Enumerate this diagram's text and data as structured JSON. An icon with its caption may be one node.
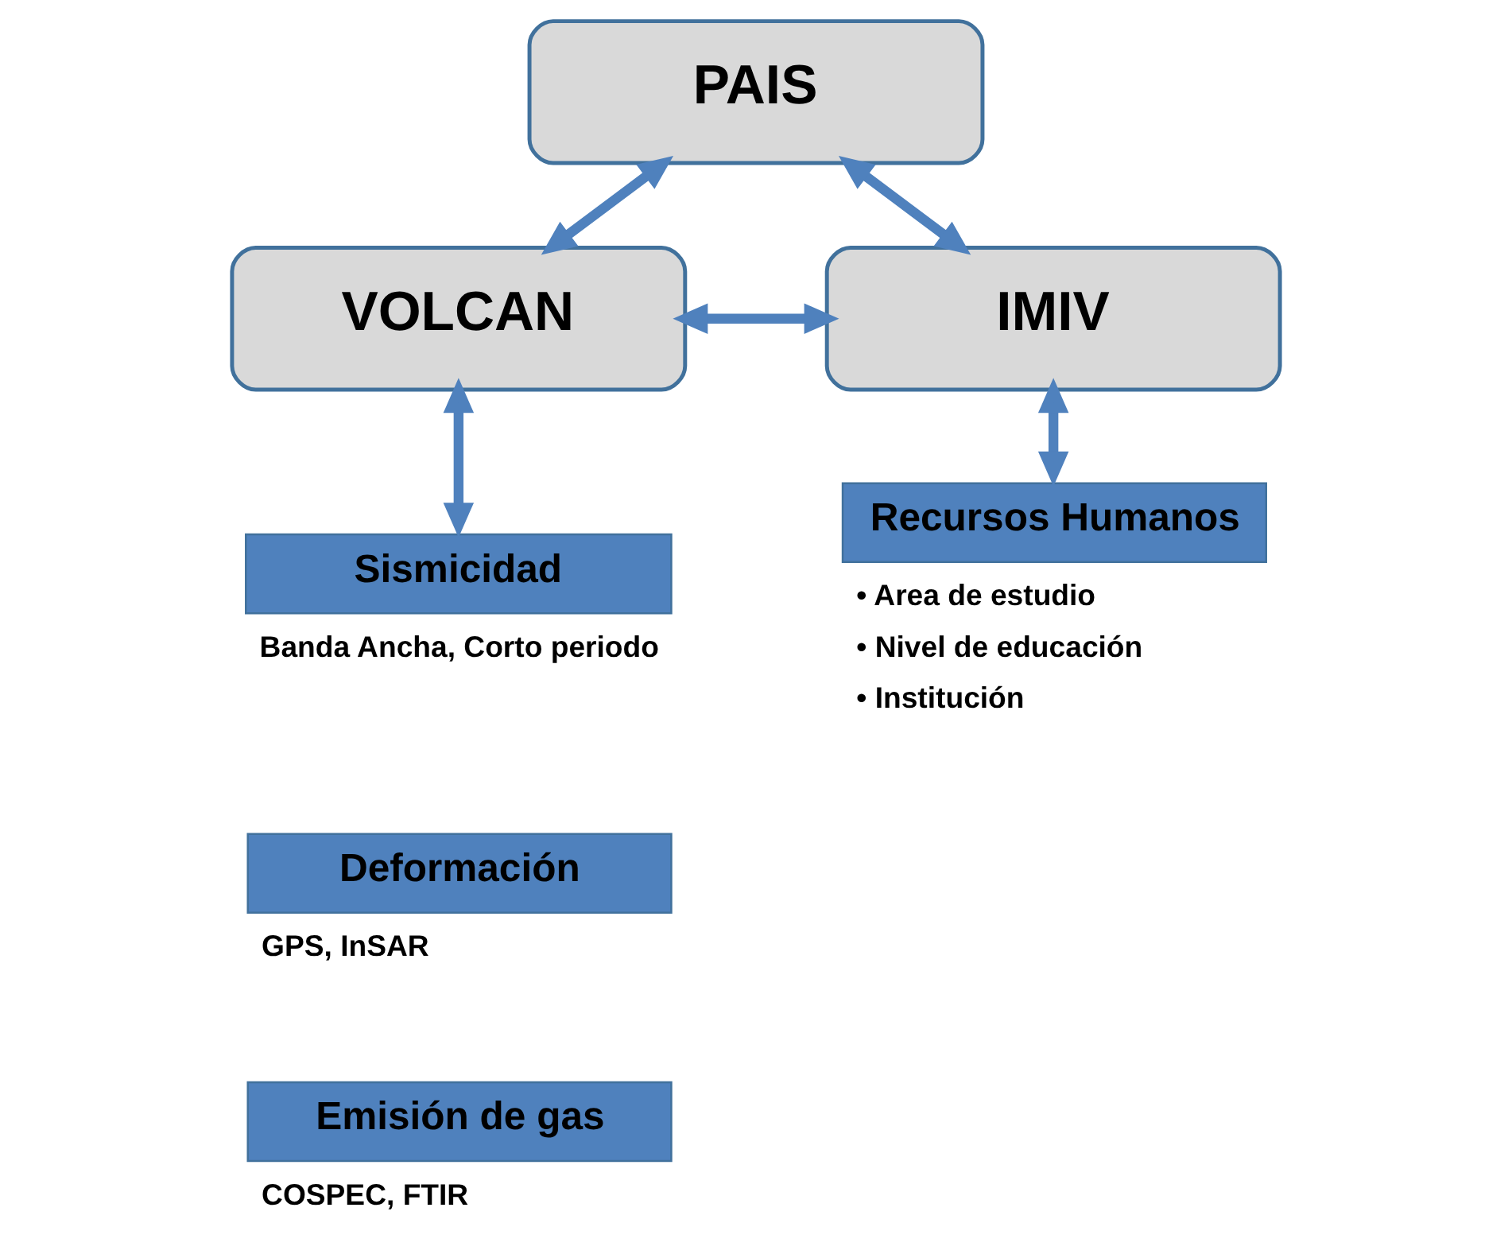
{
  "diagram": {
    "nodes": [
      {
        "text": [
          "PAIS"
        ]
      },
      {
        "text": [
          "VOLCAN"
        ]
      },
      {
        "text": [
          "IMIV"
        ]
      },
      {
        "text": [
          "Sismicidad"
        ],
        "beside": [
          "Banda Ancha, Corto periodo"
        ]
      },
      {
        "text": [
          "Deformación"
        ],
        "beside": [
          "GPS, InSAR"
        ]
      },
      {
        "text": [
          "Emisión de gas"
        ],
        "beside": [
          "COSPEC, FTIR"
        ]
      },
      {
        "text": [
          "Recursos Humanos"
        ],
        "beside": [
          "• Area de estudio",
          "• Nivel de educación",
          "• Institución"
        ]
      }
    ],
    "edges": [
      {
        "from": 0,
        "to": 1,
        "arrow": "both"
      },
      {
        "from": 0,
        "to": 2,
        "arrow": "both"
      },
      {
        "from": 1,
        "to": 2,
        "arrow": "both"
      },
      {
        "from": 1,
        "to": 3,
        "arrow": "both"
      },
      {
        "from": 2,
        "to": 6,
        "arrow": "both"
      }
    ]
  }
}
